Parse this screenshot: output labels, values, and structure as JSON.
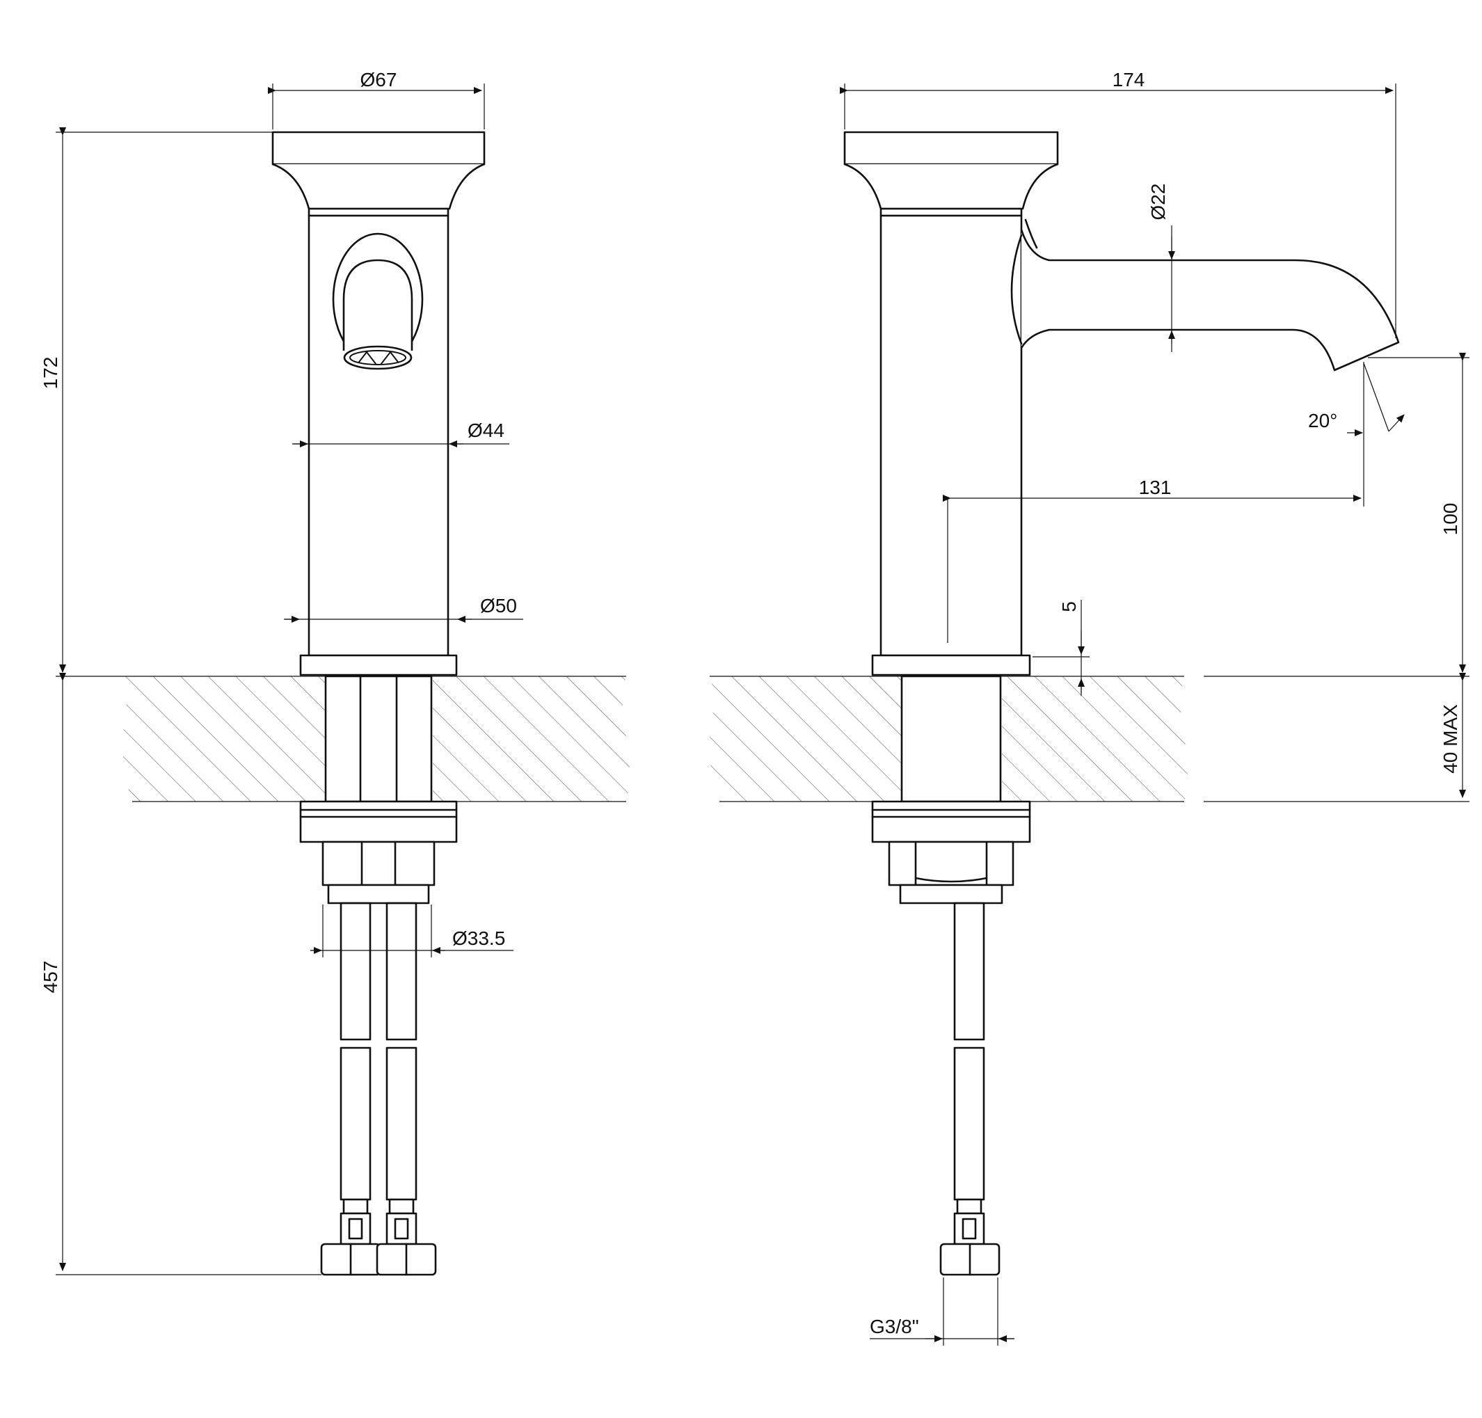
{
  "dimensions": {
    "d67": "Ø67",
    "d44": "Ø44",
    "d50": "Ø50",
    "d33_5": "Ø33.5",
    "h172": "172",
    "h457": "457",
    "w174": "174",
    "d22": "Ø22",
    "a20": "20°",
    "w131": "131",
    "h100": "100",
    "h5": "5",
    "h40max": "40 MAX",
    "g38": "G3/8\""
  }
}
